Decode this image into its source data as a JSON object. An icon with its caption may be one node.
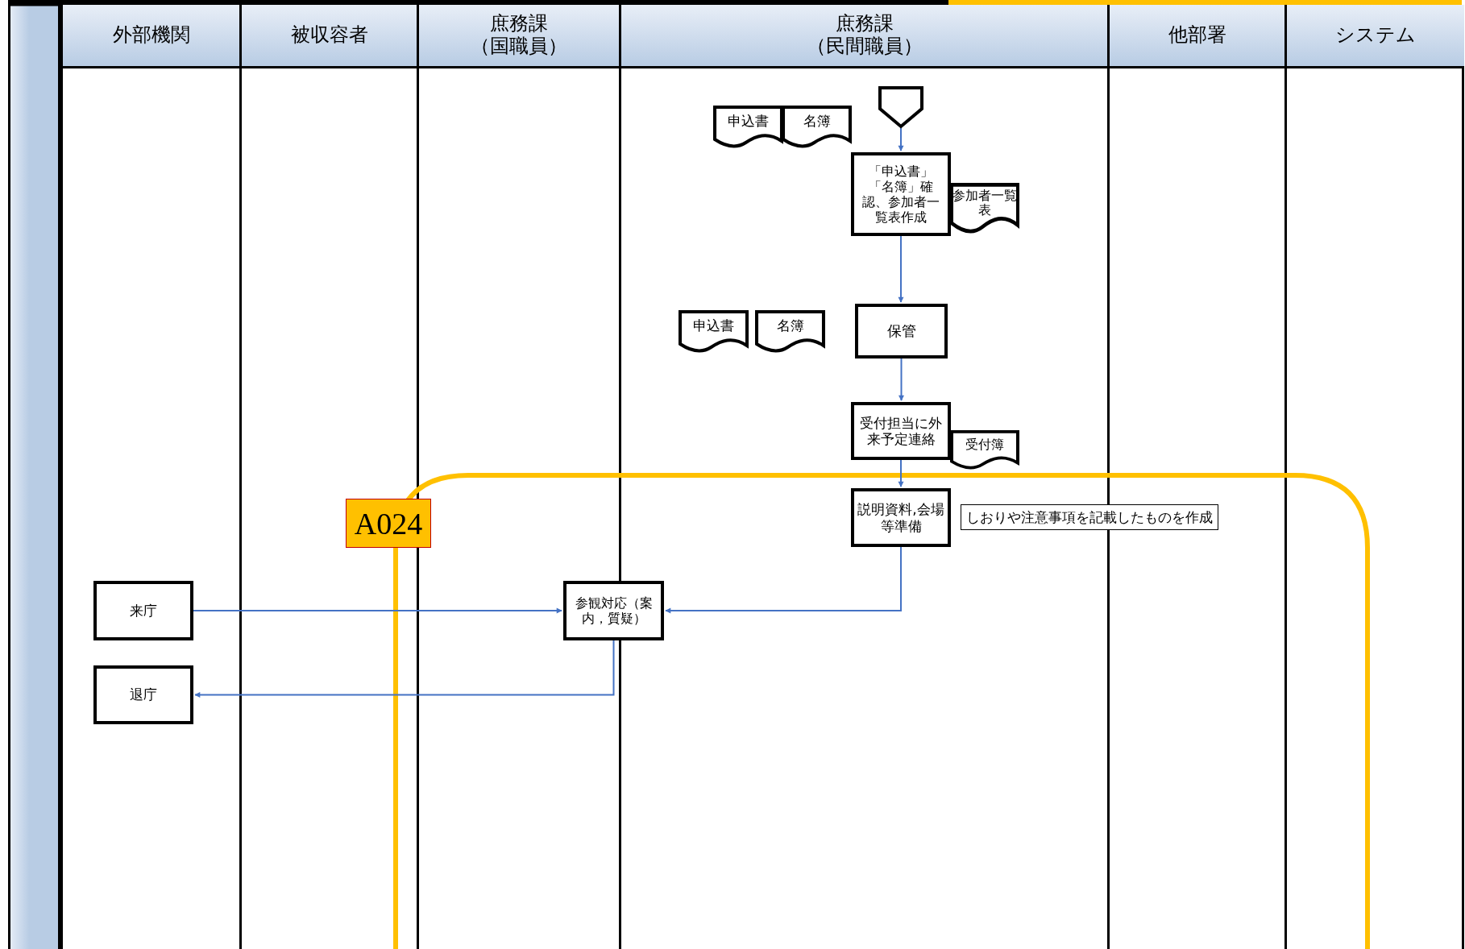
{
  "diagram": {
    "nodes": [
      {
        "text": [
          "外部機関"
        ]
      },
      {
        "text": [
          "被収容者"
        ]
      },
      {
        "text": [
          "庶務課（国職員）"
        ]
      },
      {
        "text": [
          "庶務課（民間職員）"
        ]
      },
      {
        "text": [
          "他部署"
        ]
      },
      {
        "text": [
          "システム"
        ]
      },
      {
        "text": [],
        "shape": "pentagon"
      },
      {
        "text": [
          "申込書"
        ]
      },
      {
        "text": [
          "名簿"
        ]
      },
      {
        "text": [
          "「申込書」「名簿」確認、参加者一覧表作成"
        ]
      },
      {
        "text": [
          "参加者一覧表"
        ]
      },
      {
        "text": [
          "申込書"
        ]
      },
      {
        "text": [
          "名簿"
        ]
      },
      {
        "text": [
          "保管"
        ]
      },
      {
        "text": [
          "受付担当に外来予定連絡"
        ]
      },
      {
        "text": [
          "受付簿"
        ]
      },
      {
        "text": [
          "説明資料,会場等準備"
        ]
      },
      {
        "text": [
          "しおりや注意事項を記載したものを作成"
        ]
      },
      {
        "text": [
          "A024"
        ]
      },
      {
        "text": [
          "来庁"
        ]
      },
      {
        "text": [
          "参観対応（案内，質疑）"
        ]
      },
      {
        "text": [
          "退庁"
        ]
      }
    ],
    "edges": [
      {
        "from": 6,
        "to": 9,
        "arrow": "to"
      },
      {
        "from": 9,
        "to": 13,
        "arrow": "to"
      },
      {
        "from": 13,
        "to": 14,
        "arrow": "to"
      },
      {
        "from": 14,
        "to": 16,
        "arrow": "to"
      },
      {
        "from": 16,
        "to": 20,
        "arrow": "to"
      },
      {
        "from": 19,
        "to": 20,
        "arrow": "to"
      },
      {
        "from": 20,
        "to": 21,
        "arrow": "to"
      }
    ]
  }
}
